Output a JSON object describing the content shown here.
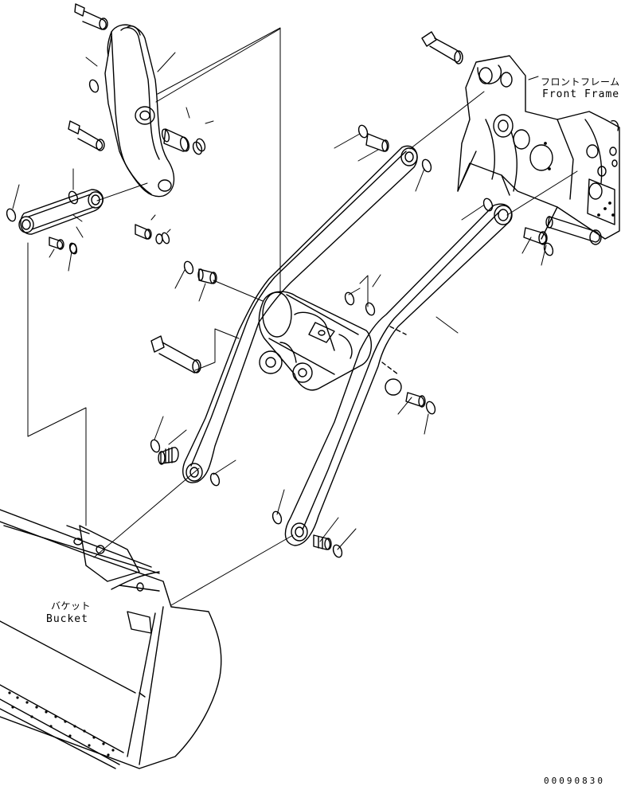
{
  "diagram": {
    "labels": {
      "front_frame_jp": "フロントフレーム",
      "front_frame_en": "Front Frame",
      "bucket_jp": "バケット",
      "bucket_en": "Bucket"
    },
    "drawing_number": "00090830"
  }
}
